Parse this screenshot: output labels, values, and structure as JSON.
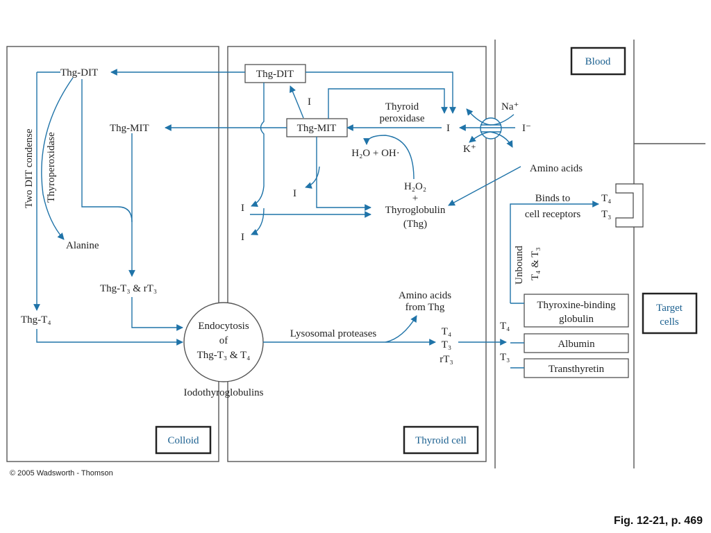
{
  "regions": {
    "blood": "Blood",
    "target_cells_line1": "Target",
    "target_cells_line2": "cells",
    "colloid": "Colloid",
    "thyroid_cell": "Thyroid cell"
  },
  "colloid": {
    "thg_dit": "Thg-DIT",
    "thg_mit": "Thg-MIT",
    "two_dit_condense": "Two DIT condense",
    "thyroperoxidase": "Thyroperoxidase",
    "alanine": "Alanine",
    "thg_t3_rt3": "Thg-T₃ & rT₃",
    "thg_t4": "Thg-T₄"
  },
  "cell": {
    "box_thg_dit": "Thg-DIT",
    "box_thg_mit": "Thg-MIT",
    "iodide": "I",
    "thyroid_peroxidase_1": "Thyroid",
    "thyroid_peroxidase_2": "peroxidase",
    "water_hydroxyl": "H₂O + OH·",
    "h2o2": "H₂O₂",
    "plus": "+",
    "thyroglobulin": "Thyroglobulin",
    "thg": "(Thg)",
    "endocytosis_1": "Endocytosis",
    "endocytosis_2": "of",
    "endocytosis_3": "Thg-T₃ & T₄",
    "iodothyroglobulins": "Iodothyroglobulins",
    "lysosomal_proteases": "Lysosomal proteases",
    "amino_acids_from_thg_1": "Amino acids",
    "amino_acids_from_thg_2": "from Thg",
    "t4": "T₄",
    "t3": "T₃",
    "rt3": "rT₃"
  },
  "pump": {
    "na": "Na⁺",
    "i_minus": "I⁻",
    "k": "K⁺"
  },
  "blood": {
    "amino_acids": "Amino acids",
    "binds_to_1": "Binds to",
    "binds_to_2": "cell receptors",
    "receptor_t4": "T₄",
    "receptor_t3": "T₃",
    "unbound_1": "Unbound",
    "unbound_2": "T₄ & T₃",
    "tbg_1": "Thyroxine-binding",
    "tbg_2": "globulin",
    "albumin": "Albumin",
    "transthyretin": "Transthyretin",
    "t4_side": "T₄",
    "t3_side": "T₃"
  },
  "footer": {
    "copyright": "© 2005 Wadsworth - Thomson",
    "figure": "Fig. 12-21, p. 469"
  },
  "colors": {
    "arrow": "#1f73a8",
    "region_label": "#1a5f8f"
  }
}
